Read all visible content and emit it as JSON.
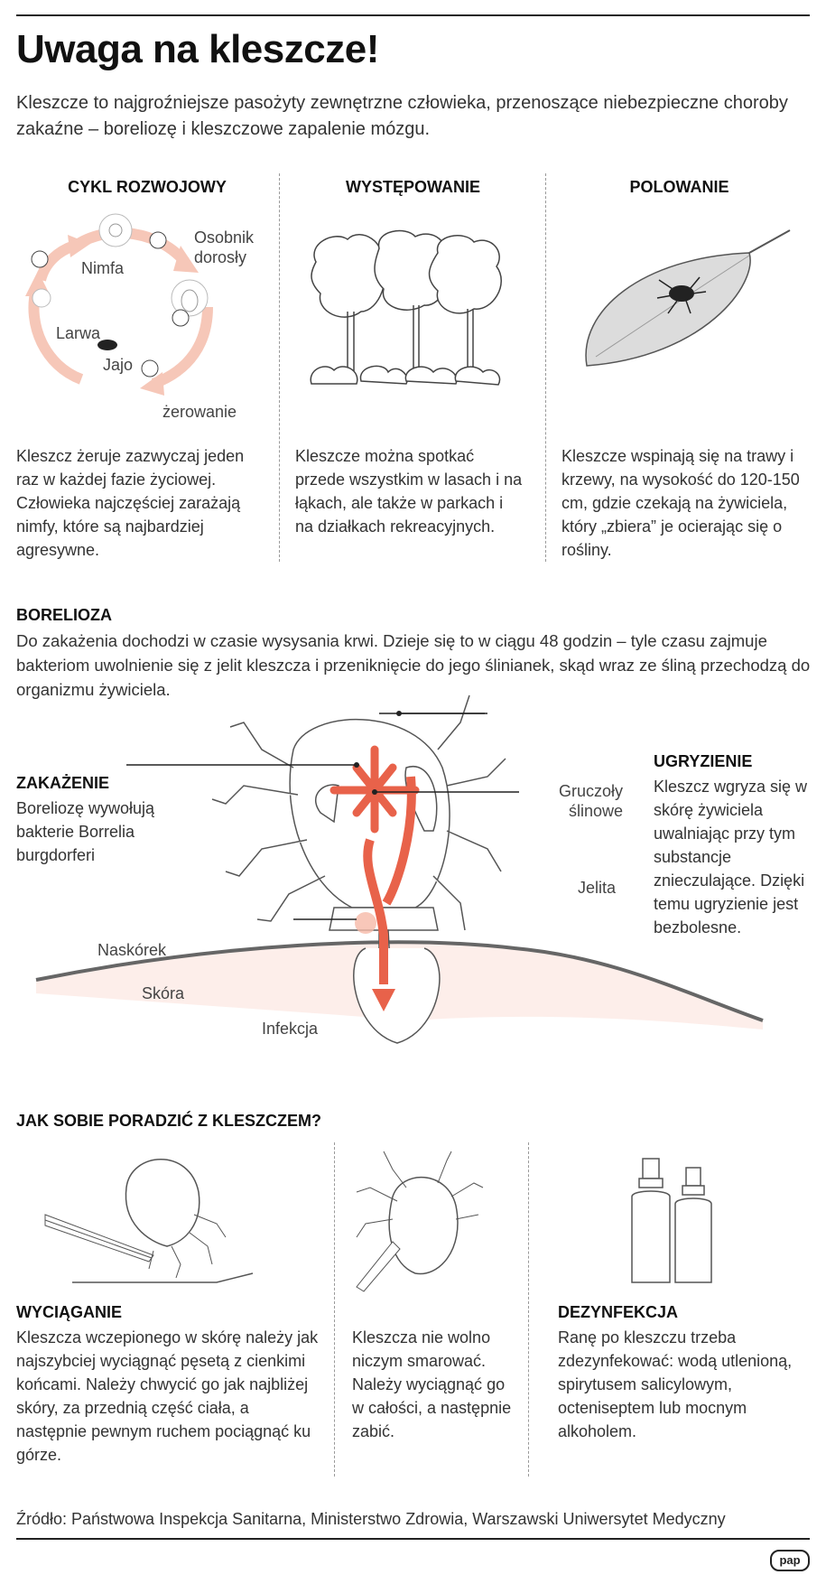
{
  "title": "Uwaga na kleszcze!",
  "intro": "Kleszcze to najgroźniejsze pasożyty zewnętrzne człowieka, przenoszące niebezpieczne choroby zakaźne – boreliozę i kleszczowe zapalenie mózgu.",
  "columns": {
    "cycle": {
      "heading": "CYKL ROZWOJOWY",
      "labels": {
        "nymph": "Nimfa",
        "adult": "Osobnik dorosły",
        "larva": "Larwa",
        "egg": "Jajo",
        "feeding": "żerowanie"
      },
      "text": "Kleszcz żeruje zazwyczaj jeden raz w każdej fazie życiowej. Człowieka najczęściej zarażają nimfy, które są najbardziej agresywne."
    },
    "occurrence": {
      "heading": "WYSTĘPOWANIE",
      "text": "Kleszcze można spotkać przede wszystkim w lasach i na łąkach, ale także w parkach i na działkach rekreacyjnych."
    },
    "hunting": {
      "heading": "POLOWANIE",
      "text": "Kleszcze wspinają się na trawy i krzewy, na wysokość do 120-150 cm, gdzie czekają na żywiciela, który „zbiera” je ocierając się o rośliny."
    }
  },
  "borelioza": {
    "heading": "BORELIOZA",
    "text": "Do zakażenia dochodzi w czasie wysysania krwi. Dzieje się to w ciągu 48 godzin – tyle czasu zajmuje bakteriom uwolnienie się z jelit kleszcza i przeniknięcie do jego ślinianek, skąd wraz ze śliną przechodzą do organizmu żywiciela."
  },
  "infection": {
    "heading": "ZAKAŻENIE",
    "text": "Boreliozę wywołują bakterie Borrelia burgdorferi"
  },
  "bite": {
    "heading": "UGRYZIENIE",
    "text": "Kleszcz wgryza się w skórę żywiciela uwalniając przy tym substancje znieczulające. Dzięki temu ugryzienie jest bezbolesne."
  },
  "diagram_labels": {
    "glands": "Gruczoły ślinowe",
    "gut": "Jelita",
    "epidermis": "Naskórek",
    "skin": "Skóra",
    "infection": "Infekcja"
  },
  "howto": {
    "heading": "JAK SOBIE PORADZIĆ Z KLESZCZEM?",
    "removal": {
      "heading": "WYCIĄGANIE",
      "text": "Kleszcza wczepionego w skórę należy jak najszybciej wyciągnąć pęsetą z cienkimi końcami. Należy chwycić go jak najbliżej skóry, za przednią część ciała, a następnie pewnym ruchem pociągnąć ku górze."
    },
    "middle": {
      "text": "Kleszcza nie wolno niczym smarować. Należy wyciągnąć go w całości, a następnie zabić."
    },
    "disinfection": {
      "heading": "DEZYNFEKCJA",
      "text": "Ranę po kleszczu trzeba zdezynfekować: wodą utlenioną, spirytusem salicylowym, octeniseptem lub mocnym alkoholem."
    }
  },
  "source": "Źródło: Państwowa Inspekcja Sanitarna, Ministerstwo Zdrowia, Warszawski Uniwersytet Medyczny",
  "logo": "pap",
  "colors": {
    "accent": "#e8624a",
    "accent_light": "#f6c7b8",
    "gray": "#666666"
  }
}
